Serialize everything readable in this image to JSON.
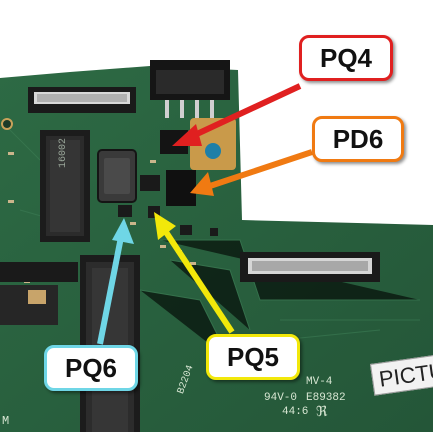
{
  "callouts": {
    "pq4": "PQ4",
    "pd6": "PD6",
    "pq5": "PQ5",
    "pq6": "PQ6"
  },
  "board_markings": {
    "model": "MV-4",
    "rating": "94V-0",
    "code": "E89382",
    "date": "44:6",
    "ul": "ℜ",
    "rev": "B2204",
    "part": "16002",
    "sticker": "PICTU",
    "left_edge": "M"
  },
  "colors": {
    "board": "#2f6c45",
    "pq4_arrow": "#e02020",
    "pd6_arrow": "#f07a12",
    "pq5_arrow": "#f2e80a",
    "pq6_arrow": "#6fd6e6"
  }
}
